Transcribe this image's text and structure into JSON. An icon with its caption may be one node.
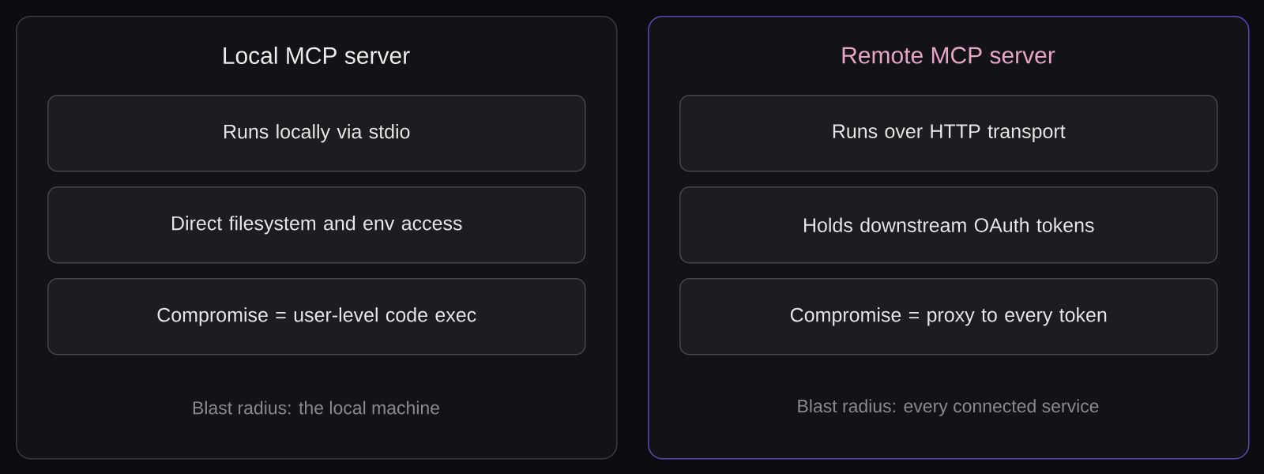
{
  "diagram": {
    "nodes": [
      {
        "text": [
          "Local MCP server",
          "Blast radius: the local machine"
        ]
      },
      {
        "text": [
          "Runs locally via stdio"
        ],
        "in": 0
      },
      {
        "text": [
          "Direct filesystem and env access"
        ],
        "in": 0
      },
      {
        "text": [
          "Compromise = user-level code exec"
        ],
        "in": 0
      },
      {
        "text": [
          "Remote MCP server",
          "Blast radius: every connected service"
        ]
      },
      {
        "text": [
          "Runs over HTTP transport"
        ],
        "in": 4
      },
      {
        "text": [
          "Holds downstream OAuth tokens"
        ],
        "in": 4
      },
      {
        "text": [
          "Compromise = proxy to every token"
        ],
        "in": 4
      }
    ]
  }
}
